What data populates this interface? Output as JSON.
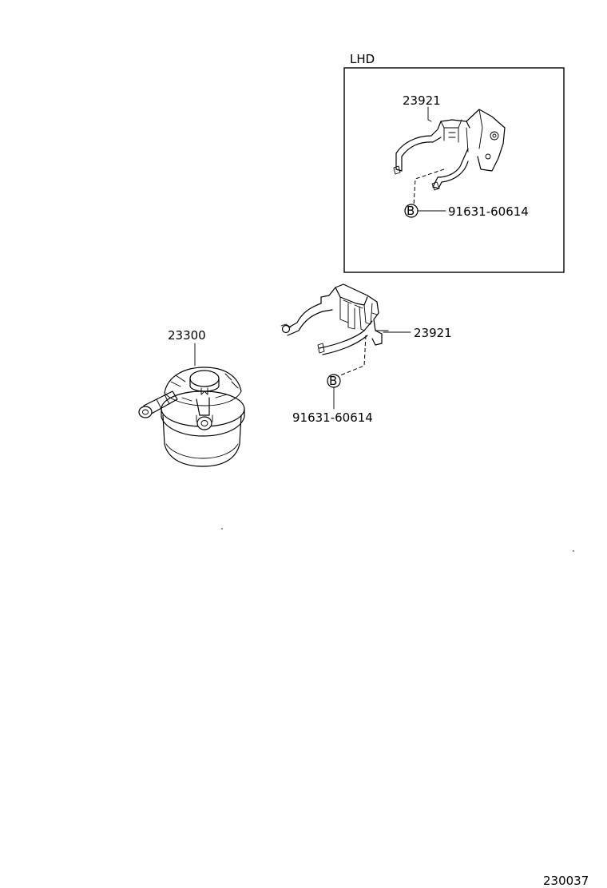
{
  "inset": {
    "title": "LHD",
    "bracket_part": "23921",
    "bolt_symbol": "B",
    "bolt_part": "91631-60614"
  },
  "main": {
    "filter_part": "23300",
    "bracket_part": "23921",
    "bolt_symbol": "B",
    "bolt_part": "91631-60614"
  },
  "figure_number": "230037"
}
